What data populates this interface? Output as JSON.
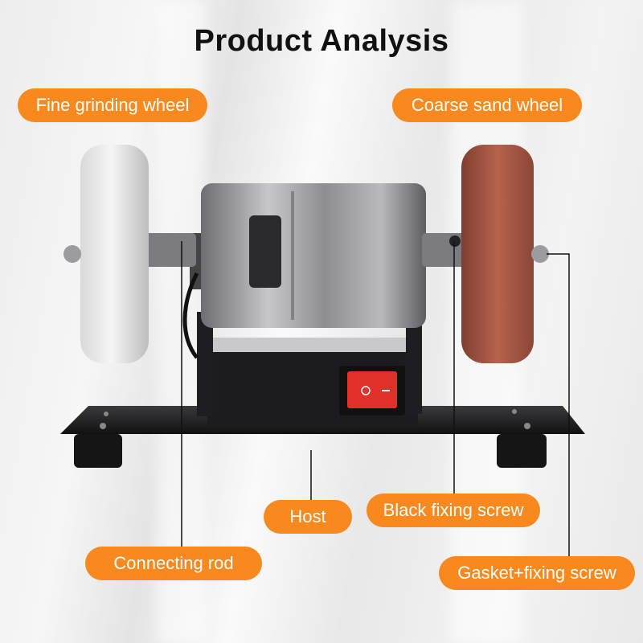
{
  "title": "Product Analysis",
  "labels": {
    "fine_wheel": "Fine grinding wheel",
    "coarse_wheel": "Coarse sand wheel",
    "host": "Host",
    "black_screw": "Black fixing screw",
    "connecting_rod": "Connecting rod",
    "gasket_screw": "Gasket+fixing screw"
  },
  "colors": {
    "label_bg": "#f7891f",
    "label_text": "#ffffff",
    "title": "#111111",
    "coarse_wheel": "#a85a45",
    "fine_wheel": "#ececec",
    "switch": "#e0302a"
  }
}
